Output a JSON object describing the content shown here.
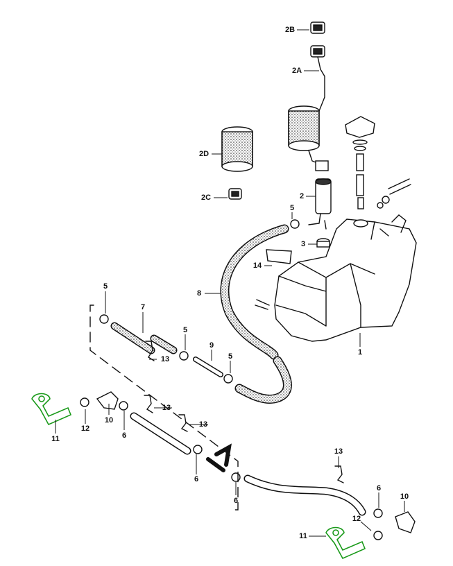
{
  "diagram": {
    "callouts": [
      "2B",
      "2A",
      "2D",
      "2C",
      "2",
      "5",
      "3",
      "14",
      "8",
      "5",
      "7",
      "5",
      "9",
      "5",
      "13",
      "1",
      "11",
      "12",
      "10",
      "6",
      "13",
      "13",
      "6",
      "6",
      "13",
      "6",
      "12",
      "10",
      "11"
    ],
    "colors": {
      "line": "#111111",
      "highlight": "#1a9a1a",
      "background": "#ffffff"
    }
  }
}
